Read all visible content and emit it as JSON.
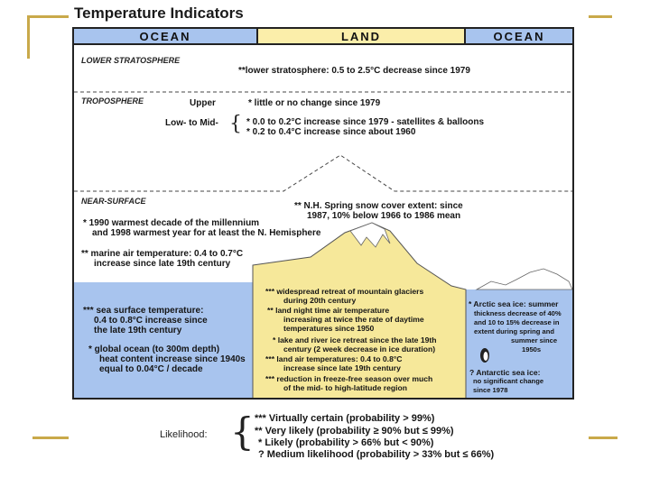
{
  "title": "Temperature Indicators",
  "header": {
    "ocean_left": "OCEAN",
    "land": "LAND",
    "ocean_right": "OCEAN"
  },
  "lower_stratosphere": {
    "label": "LOWER STRATOSPHERE",
    "text": "**lower stratosphere: 0.5 to 2.5°C decrease since 1979"
  },
  "troposphere": {
    "label": "TROPOSPHERE",
    "upper_label": "Upper",
    "upper_text": "*  little or no change since 1979",
    "lowmid_label": "Low- to Mid-",
    "lowmid_line1": "*  0.0 to 0.2°C increase since 1979 - satellites & balloons",
    "lowmid_line2": "*  0.2 to 0.4°C increase since about 1960"
  },
  "near_surface": {
    "label": "NEAR-SURFACE",
    "snow_line1": "** N.H. Spring snow cover extent: since",
    "snow_line2": "1987, 10% below 1966 to 1986 mean",
    "warmest_line1": "* 1990 warmest decade of the millennium",
    "warmest_line2": "and 1998 warmest year for at least the N. Hemisphere",
    "marine_line1": "** marine air temperature: 0.4 to 0.7°C",
    "marine_line2": "increase since late 19th century"
  },
  "ocean_left": {
    "sst_line1": "*** sea surface temperature:",
    "sst_line2": "0.4 to 0.8°C increase since",
    "sst_line3": "the late 19th century",
    "heat_line1": "* global ocean (to 300m depth)",
    "heat_line2": "heat content increase since 1940s",
    "heat_line3": "equal to 0.04°C / decade"
  },
  "land_items": [
    "*** widespread retreat of mountain glaciers",
    "during 20th century",
    "** land night time air temperature",
    "increasing at twice the rate of daytime",
    "temperatures since 1950",
    "* lake and river ice retreat since the late 19th",
    "century (2 week decrease in ice duration)",
    "*** land air temperatures: 0.4 to 0.8°C",
    "increase since late 19th century",
    "*** reduction in freeze-free season over much",
    "of the mid- to high-latitude region"
  ],
  "ocean_right": {
    "arctic_line1": "* Arctic sea ice: summer",
    "arctic_line2": "thickness decrease of 40%",
    "arctic_line3": "and 10 to 15% decrease in",
    "arctic_line4": "extent during spring and",
    "arctic_line5": "summer since",
    "arctic_line6": "1950s",
    "antarctic_line1": "? Antarctic sea ice:",
    "antarctic_line2": "no significant change",
    "antarctic_line3": "since 1978"
  },
  "legend": {
    "label": "Likelihood:",
    "items": [
      "*** Virtually certain (probability > 99%)",
      "** Very likely (probability ≥ 90% but ≤ 99%)",
      "*  Likely  (probability > 66% but < 90%)",
      "? Medium likelihood (probability > 33% but ≤ 66%)"
    ]
  },
  "colors": {
    "ocean": "#a8c4ee",
    "land": "#fbeeaa",
    "mountain": "#f6e89a",
    "frame": "#222222",
    "accent_decor": "#c9a94a"
  }
}
